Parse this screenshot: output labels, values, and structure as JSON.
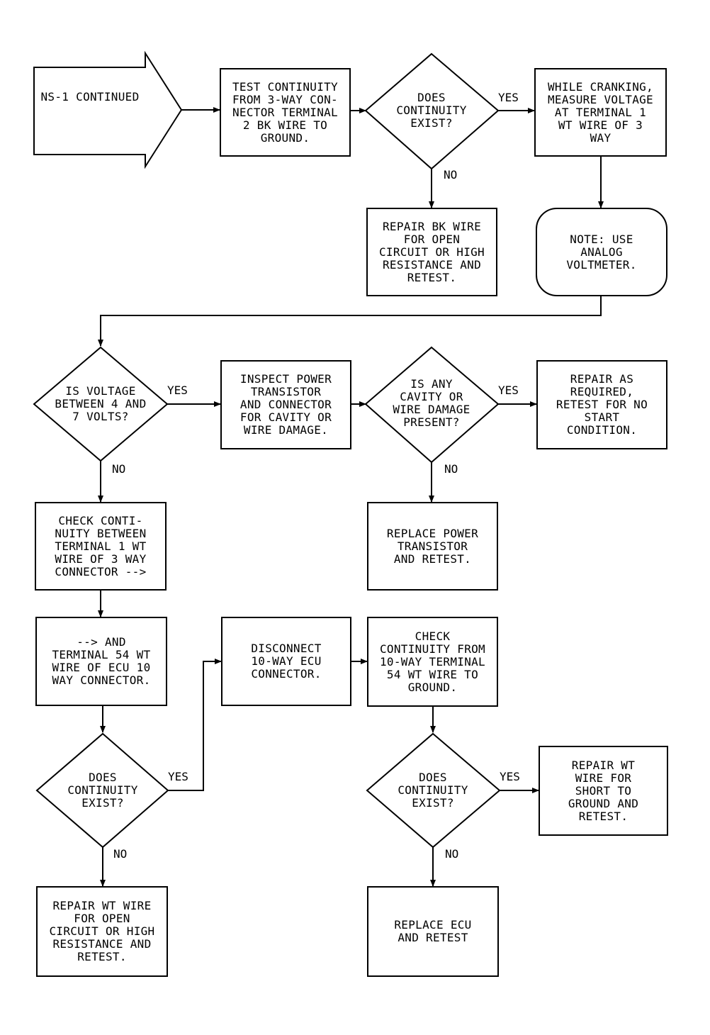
{
  "start": "NS-1 CONTINUED",
  "nodes": {
    "test_bk": "TEST CONTINUITY\nFROM 3-WAY CON-\nNECTOR TERMINAL\n2 BK WIRE TO\nGROUND.",
    "d1": "DOES\nCONTINUITY\nEXIST?",
    "cranking": "WHILE CRANKING,\nMEASURE VOLTAGE\nAT TERMINAL 1\nWT WIRE OF 3\nWAY",
    "repair_bk": "REPAIR BK WIRE\nFOR OPEN\nCIRCUIT OR HIGH\nRESISTANCE AND\nRETEST.",
    "note": "NOTE: USE\nANALOG\nVOLTMETER.",
    "d2": "IS VOLTAGE\nBETWEEN 4 AND\n7 VOLTS?",
    "inspect": "INSPECT POWER\nTRANSISTOR\nAND CONNECTOR\nFOR CAVITY OR\nWIRE DAMAGE.",
    "d3": "IS ANY\nCAVITY OR\nWIRE DAMAGE\nPRESENT?",
    "repair_req": "REPAIR AS\nREQUIRED,\nRETEST FOR NO\nSTART\nCONDITION.",
    "check_cont1": "CHECK CONTI-\nNUITY BETWEEN\nTERMINAL 1 WT\nWIRE OF 3 WAY\nCONNECTOR -->",
    "replace_pt": "REPLACE POWER\nTRANSISTOR\nAND RETEST.",
    "and_terminal": "--> AND\nTERMINAL 54 WT\nWIRE OF ECU 10\nWAY CONNECTOR.",
    "disconnect": "DISCONNECT\n10-WAY ECU\nCONNECTOR.",
    "check_cont2": "CHECK\nCONTINUITY FROM\n10-WAY TERMINAL\n54 WT WIRE TO\nGROUND.",
    "d4": "DOES\nCONTINUITY\nEXIST?",
    "d5": "DOES\nCONTINUITY\nEXIST?",
    "repair_short": "REPAIR WT\nWIRE FOR\nSHORT TO\nGROUND AND\nRETEST.",
    "repair_wt": "REPAIR WT WIRE\nFOR OPEN\nCIRCUIT OR HIGH\nRESISTANCE AND\nRETEST.",
    "replace_ecu": "REPLACE ECU\nAND RETEST"
  },
  "labels": {
    "yes1": "YES",
    "no1": "NO",
    "yes2": "YES",
    "no2": "NO",
    "yes3": "YES",
    "no3": "NO",
    "yes4": "YES",
    "no4": "NO",
    "yes5": "YES",
    "no5": "NO"
  }
}
